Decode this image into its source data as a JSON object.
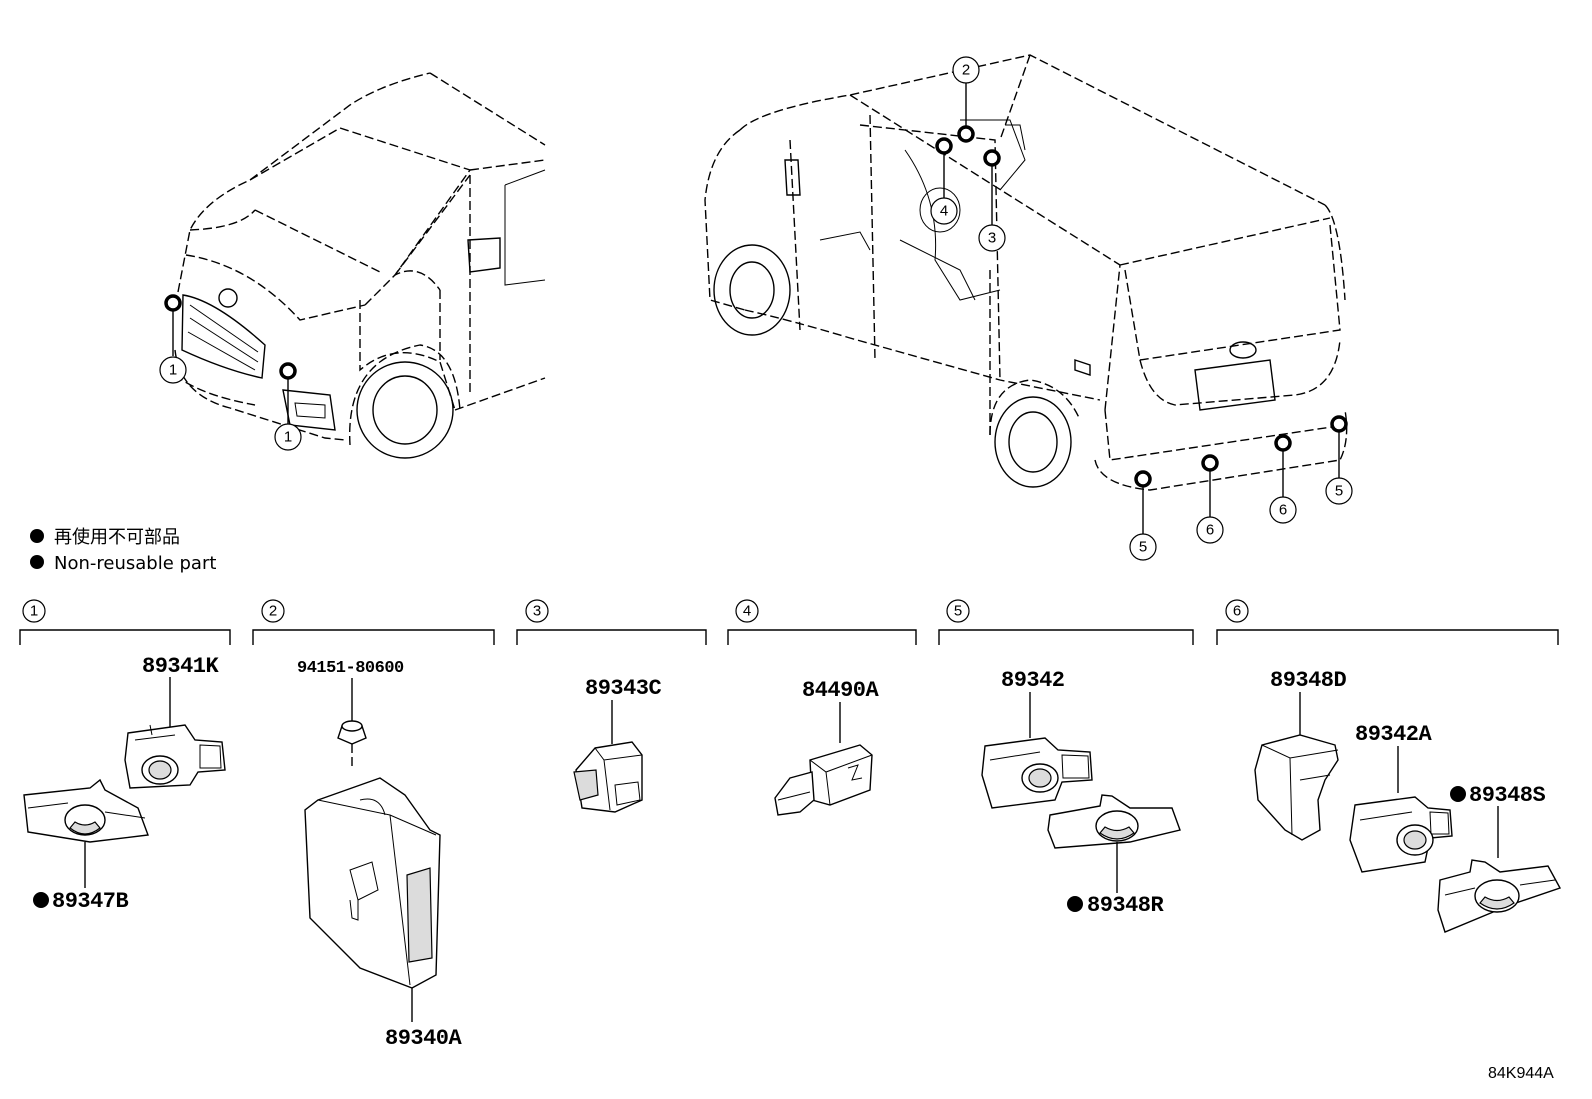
{
  "legend": {
    "jp": "再使用不可部品",
    "en": "Non-reusable part"
  },
  "reference_code": "84K944A",
  "groups": [
    {
      "num": "1",
      "parts": [
        "89341K",
        "89347B"
      ]
    },
    {
      "num": "2",
      "parts": [
        "94151-80600",
        "89340A"
      ]
    },
    {
      "num": "3",
      "parts": [
        "89343C"
      ]
    },
    {
      "num": "4",
      "parts": [
        "84490A"
      ]
    },
    {
      "num": "5",
      "parts": [
        "89342",
        "89348R"
      ]
    },
    {
      "num": "6",
      "parts": [
        "89348D",
        "89342A",
        "89348S"
      ]
    }
  ],
  "callouts": {
    "front_left": "1",
    "front_center": "1",
    "dash_top": "2",
    "dash_left": "4",
    "dash_right": "3",
    "rear_left_corner": "5",
    "rear_left_center": "6",
    "rear_right_center": "6",
    "rear_right_corner": "5"
  }
}
